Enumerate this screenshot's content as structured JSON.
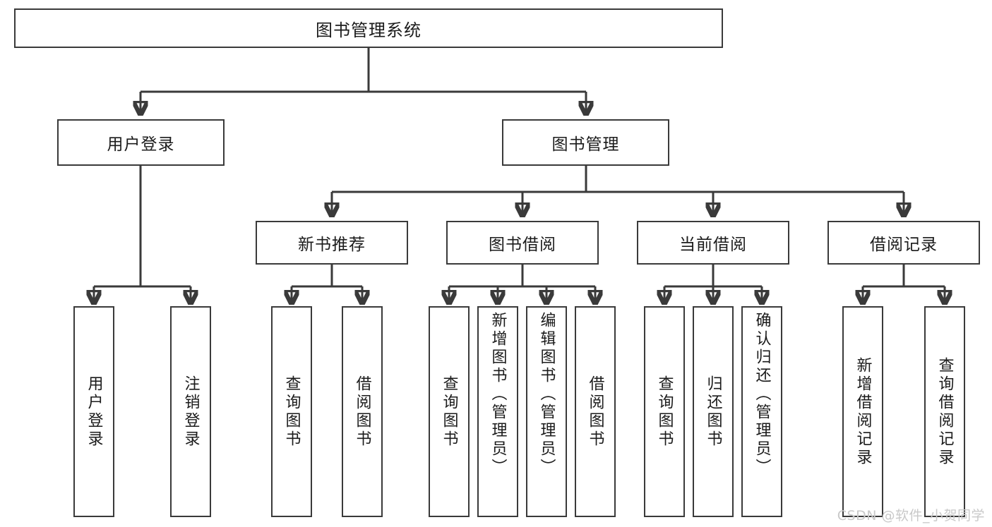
{
  "diagram": {
    "title": "图书管理系统",
    "root": {
      "label": "图书管理系统"
    },
    "level2": [
      {
        "label": "用户登录"
      },
      {
        "label": "图书管理"
      }
    ],
    "level3": [
      {
        "label": "新书推荐"
      },
      {
        "label": "图书借阅"
      },
      {
        "label": "当前借阅"
      },
      {
        "label": "借阅记录"
      }
    ],
    "leaves": {
      "user_login": [
        {
          "label": "用户登录"
        },
        {
          "label": "注销登录"
        }
      ],
      "new_book": [
        {
          "label": "查询图书"
        },
        {
          "label": "借阅图书"
        }
      ],
      "book_borrow": [
        {
          "label": "查询图书"
        },
        {
          "label": "新增图书（管理员）"
        },
        {
          "label": "编辑图书（管理员）"
        },
        {
          "label": "借阅图书"
        }
      ],
      "current_borrow": [
        {
          "label": "查询图书"
        },
        {
          "label": "归还图书"
        },
        {
          "label": "确认归还（管理员）"
        }
      ],
      "borrow_record": [
        {
          "label": "新增借阅记录"
        },
        {
          "label": "查询借阅记录"
        }
      ]
    }
  },
  "watermark": {
    "text": "CSDN @软件_小贺同学"
  },
  "colors": {
    "border": "#3a3a3a",
    "background": "#ffffff",
    "text": "#1b1b1b",
    "watermark": "#c9c9c9"
  }
}
